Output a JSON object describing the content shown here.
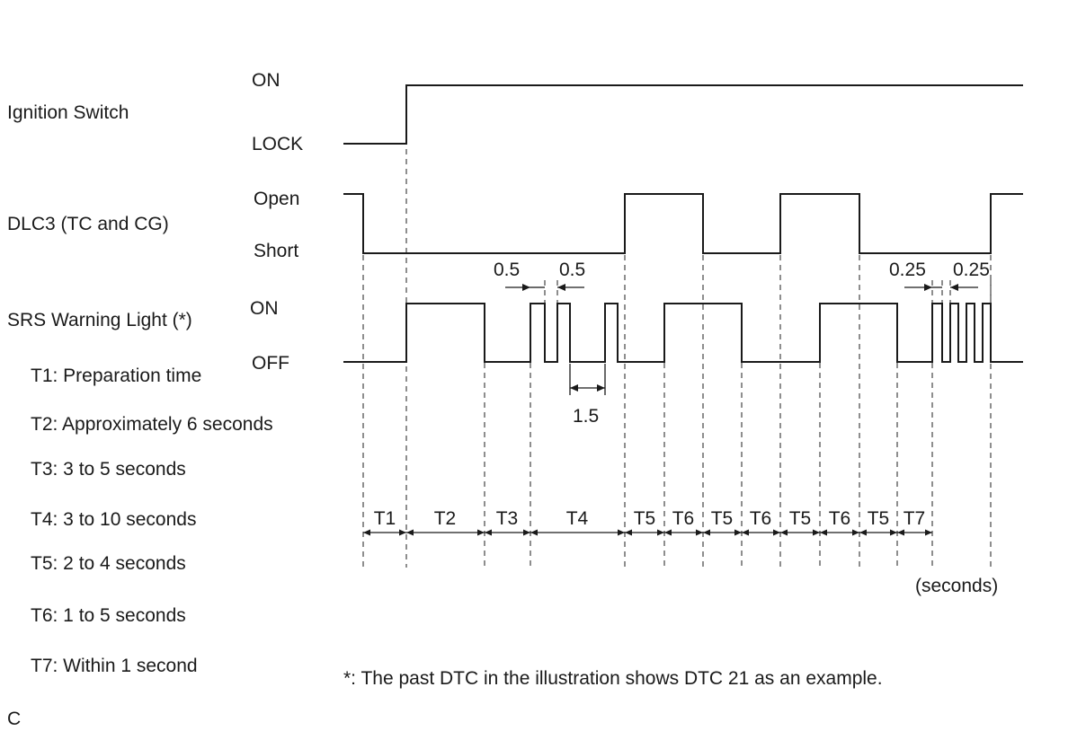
{
  "signals": {
    "ignition": {
      "name": "Ignition Switch",
      "high_label": "ON",
      "low_label": "LOCK"
    },
    "dlc3": {
      "name": "DLC3 (TC and CG)",
      "high_label": "Open",
      "low_label": "Short"
    },
    "srs": {
      "name": "SRS Warning Light (*)",
      "high_label": "ON",
      "low_label": "OFF"
    }
  },
  "pulse_annotations": {
    "on_time_a": "0.5",
    "off_time_a": "0.5",
    "pause": "1.5",
    "on_time_b": "0.25",
    "off_time_b": "0.25"
  },
  "intervals": [
    "T1",
    "T2",
    "T3",
    "T4",
    "T5",
    "T6",
    "T5",
    "T6",
    "T5",
    "T6",
    "T5",
    "T7"
  ],
  "unit_label": "(seconds)",
  "legend": [
    "T1: Preparation time",
    "T2: Approximately 6 seconds",
    "T3: 3 to 5 seconds",
    "T4: 3 to 10 seconds",
    "T5: 2 to 4 seconds",
    "T6: 1 to 5 seconds",
    "T7: Within 1 second"
  ],
  "footnote": "*: The past DTC in the illustration shows DTC 21 as an example.",
  "corner_label": "C"
}
